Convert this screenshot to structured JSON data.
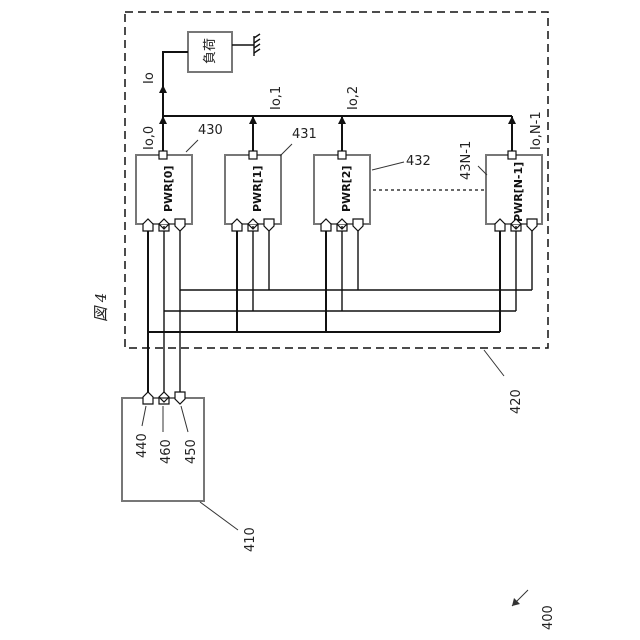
{
  "figure": {
    "label": "図 4",
    "ref": "400"
  },
  "enclosure": {
    "ref": "420"
  },
  "controller": {
    "ref": "410",
    "port_a": "440",
    "port_b": "460",
    "port_c": "450"
  },
  "load": {
    "label": "負荷"
  },
  "bus": {
    "current": "Io"
  },
  "units": [
    {
      "name": "PWR[0]",
      "ref": "430",
      "current": "Io,0"
    },
    {
      "name": "PWR[1]",
      "ref": "431",
      "current": "Io,1"
    },
    {
      "name": "PWR[2]",
      "ref": "432",
      "current": "Io,2"
    },
    {
      "name": "PWR[N-1]",
      "ref": "43N-1",
      "current": "Io,N-1"
    }
  ]
}
